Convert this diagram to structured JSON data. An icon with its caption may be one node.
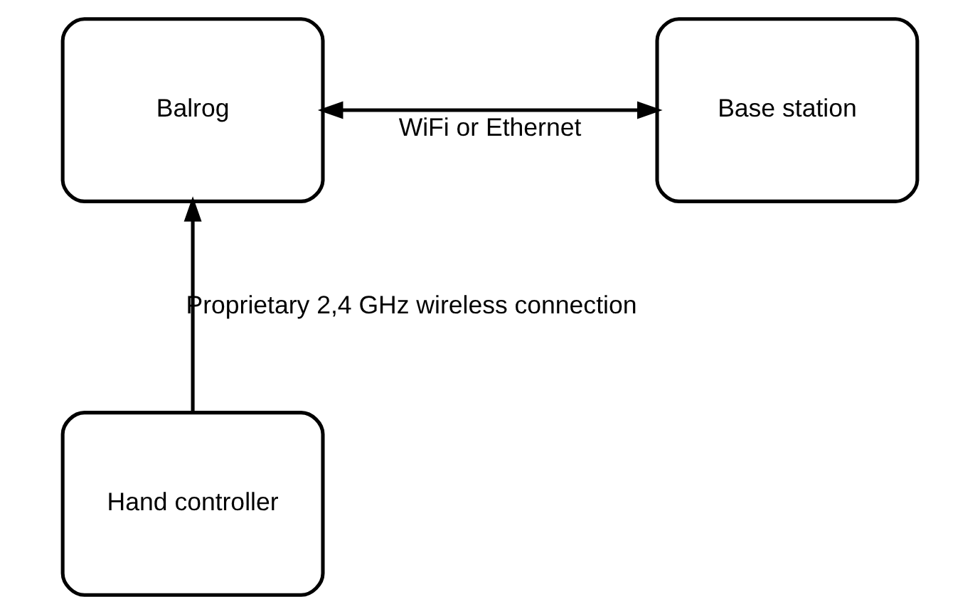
{
  "diagram": {
    "nodes": [
      {
        "text": [
          "Balrog"
        ]
      },
      {
        "text": [
          "Base station"
        ]
      },
      {
        "text": [
          "Hand controller"
        ]
      }
    ],
    "edges": [
      {
        "from": 0,
        "to": 1,
        "arrow": "both",
        "label": "WiFi or Ethernet"
      },
      {
        "from": 2,
        "to": 0,
        "arrow": "to",
        "label": "Proprietary 2,4 GHz wireless connection"
      }
    ]
  }
}
